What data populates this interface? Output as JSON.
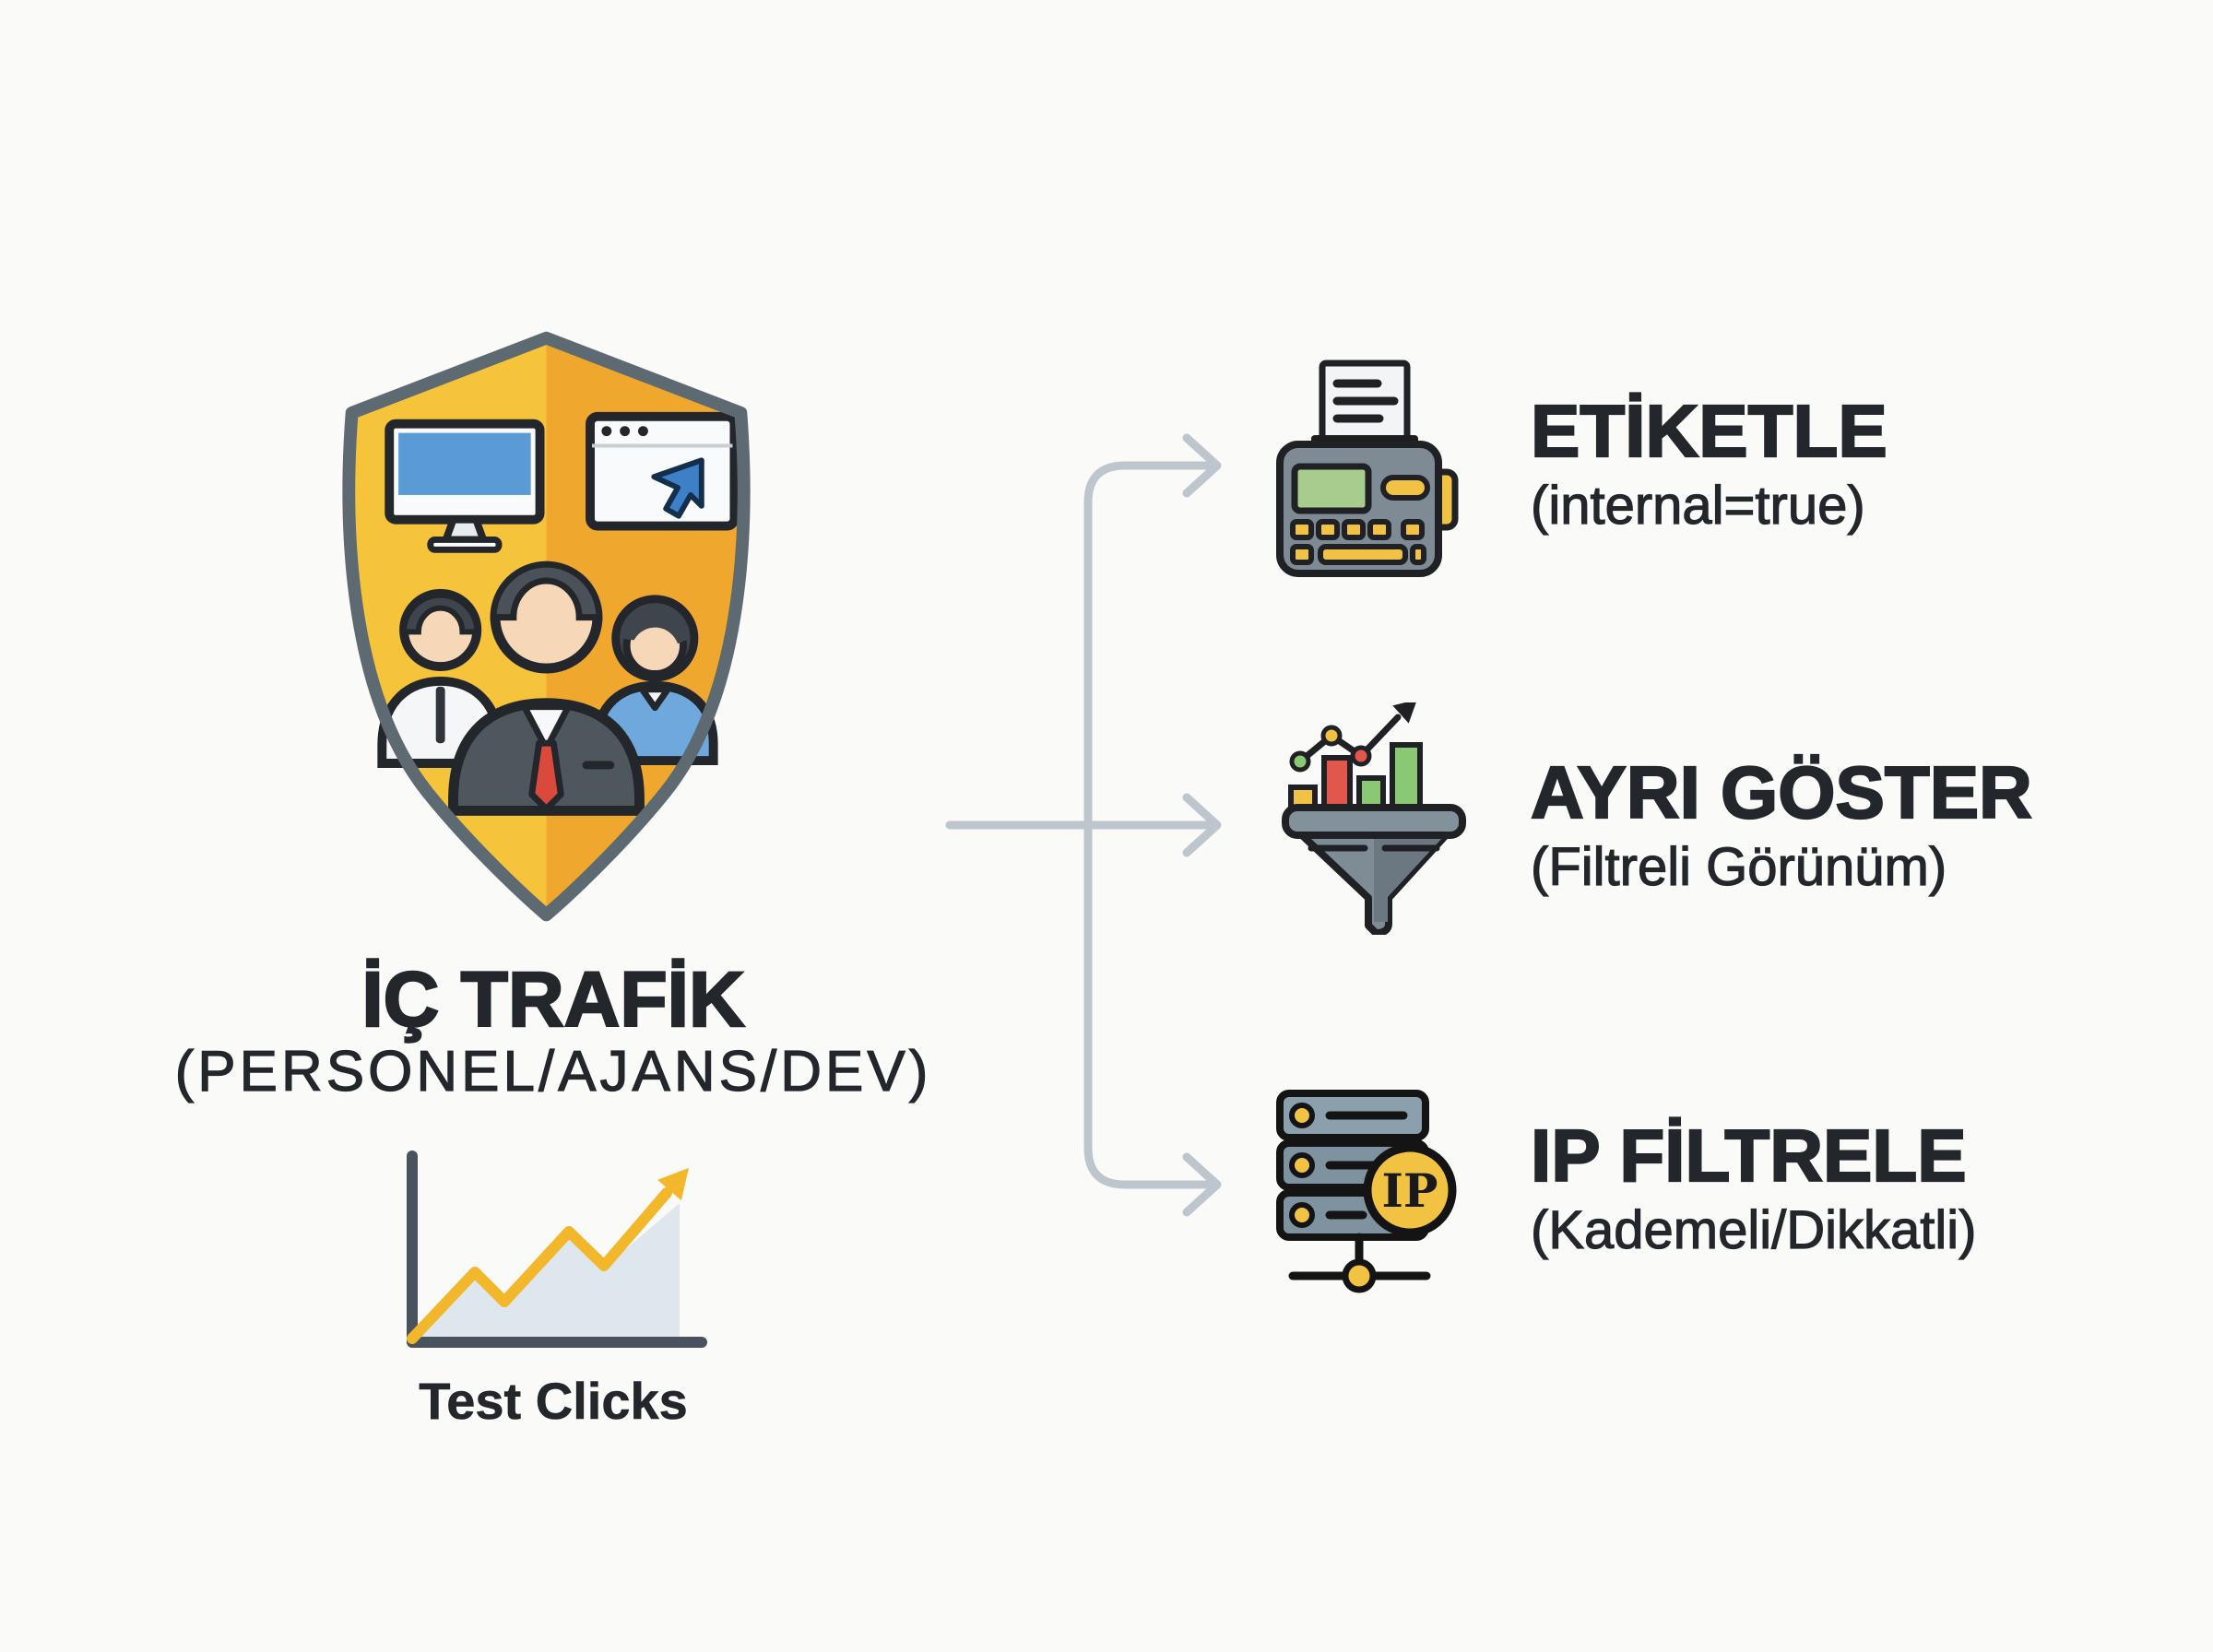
{
  "canvas": {
    "background": "#fafaf8",
    "text_color": "#23262b"
  },
  "source": {
    "icon": "shield-team-icon",
    "title": "İÇ TRAFİK",
    "subtitle": "(PERSONEL/AJANS/DEV)",
    "metric": {
      "icon": "growth-chart-icon",
      "caption": "Test Clicks"
    }
  },
  "connector": {
    "icon": "branch-arrows-icon",
    "color": "#bdc6cd",
    "branch_count": 3
  },
  "branches": [
    {
      "icon": "label-printer-icon",
      "title": "ETİKETLE",
      "subtitle": "(internal=true)"
    },
    {
      "icon": "filter-funnel-icon",
      "title": "AYRI GÖSTER",
      "subtitle": "(Filtreli Görünüm)"
    },
    {
      "icon": "ip-server-icon",
      "title": "IP FİLTRELE",
      "subtitle": "(Kademeli/Dikkatli)",
      "badge": "IP"
    }
  ],
  "palette": {
    "shield_left": "#f6c43b",
    "shield_right": "#efa72e",
    "shield_border": "#5e6a72",
    "accent_yellow": "#f2c245",
    "line_yellow": "#f2b72b",
    "chart_area_fill": "#dee7ed",
    "axis_gray": "#49535d",
    "icon_gray": "#7e8b95",
    "screen_green": "#a6cd8e",
    "alert_red": "#e2574c",
    "ok_green": "#8bc873",
    "monitor_blue": "#5b9bd5",
    "suit_dark": "#4e565e",
    "tie_red": "#d94a3d",
    "skin": "#f6d7b8",
    "shirt_white": "#f4f6f8",
    "blouse_blue": "#6fa8dc",
    "outline_dark": "#1f2125"
  }
}
